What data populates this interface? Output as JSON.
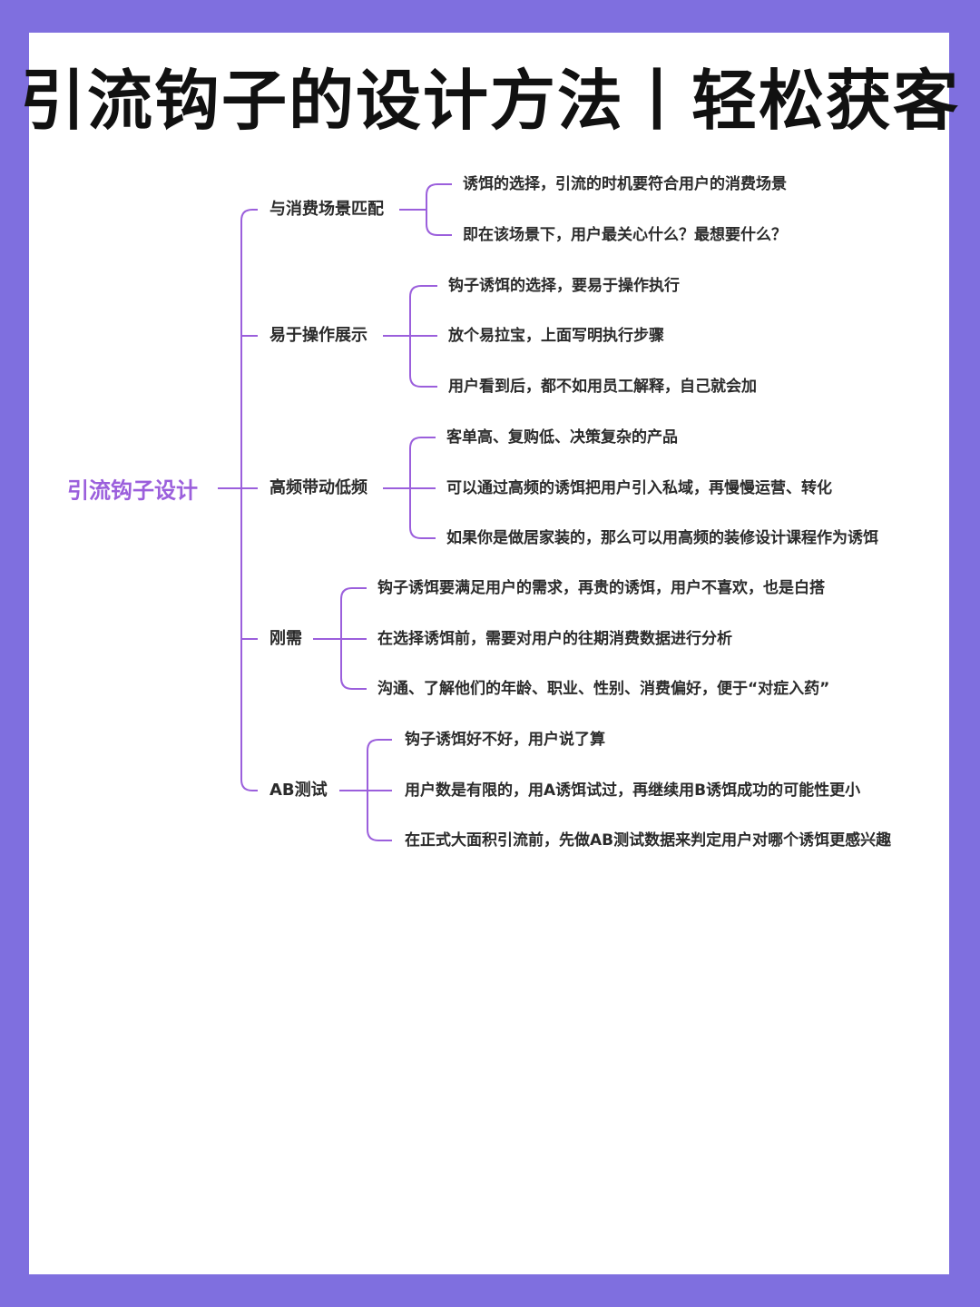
{
  "page": {
    "title": "引流钩子的设计方法丨轻松获客",
    "accent_color": "#9b5fdc",
    "border_color": "#7f6fdf"
  },
  "mindmap": {
    "root": "引流钩子设计",
    "branches": [
      {
        "label": "与消费场景匹配",
        "children": [
          "诱饵的选择，引流的时机要符合用户的消费场景",
          "即在该场景下，用户最关心什么？最想要什么？"
        ]
      },
      {
        "label": "易于操作展示",
        "children": [
          "钩子诱饵的选择，要易于操作执行",
          "放个易拉宝，上面写明执行步骤",
          "用户看到后，都不如用员工解释，自己就会加"
        ]
      },
      {
        "label": "高频带动低频",
        "children": [
          "客单高、复购低、决策复杂的产品",
          "可以通过高频的诱饵把用户引入私域，再慢慢运营、转化",
          "如果你是做居家装的，那么可以用高频的装修设计课程作为诱饵"
        ]
      },
      {
        "label": "刚需",
        "children": [
          "钩子诱饵要满足用户的需求，再贵的诱饵，用户不喜欢，也是白搭",
          "在选择诱饵前，需要对用户的往期消费数据进行分析",
          "沟通、了解他们的年龄、职业、性别、消费偏好，便于“对症入药”"
        ]
      },
      {
        "label": "AB测试",
        "children": [
          "钩子诱饵好不好，用户说了算",
          "用户数是有限的，用A诱饵试过，再继续用B诱饵成功的可能性更小",
          "在正式大面积引流前，先做AB测试数据来判定用户对哪个诱饵更感兴趣"
        ]
      }
    ]
  }
}
